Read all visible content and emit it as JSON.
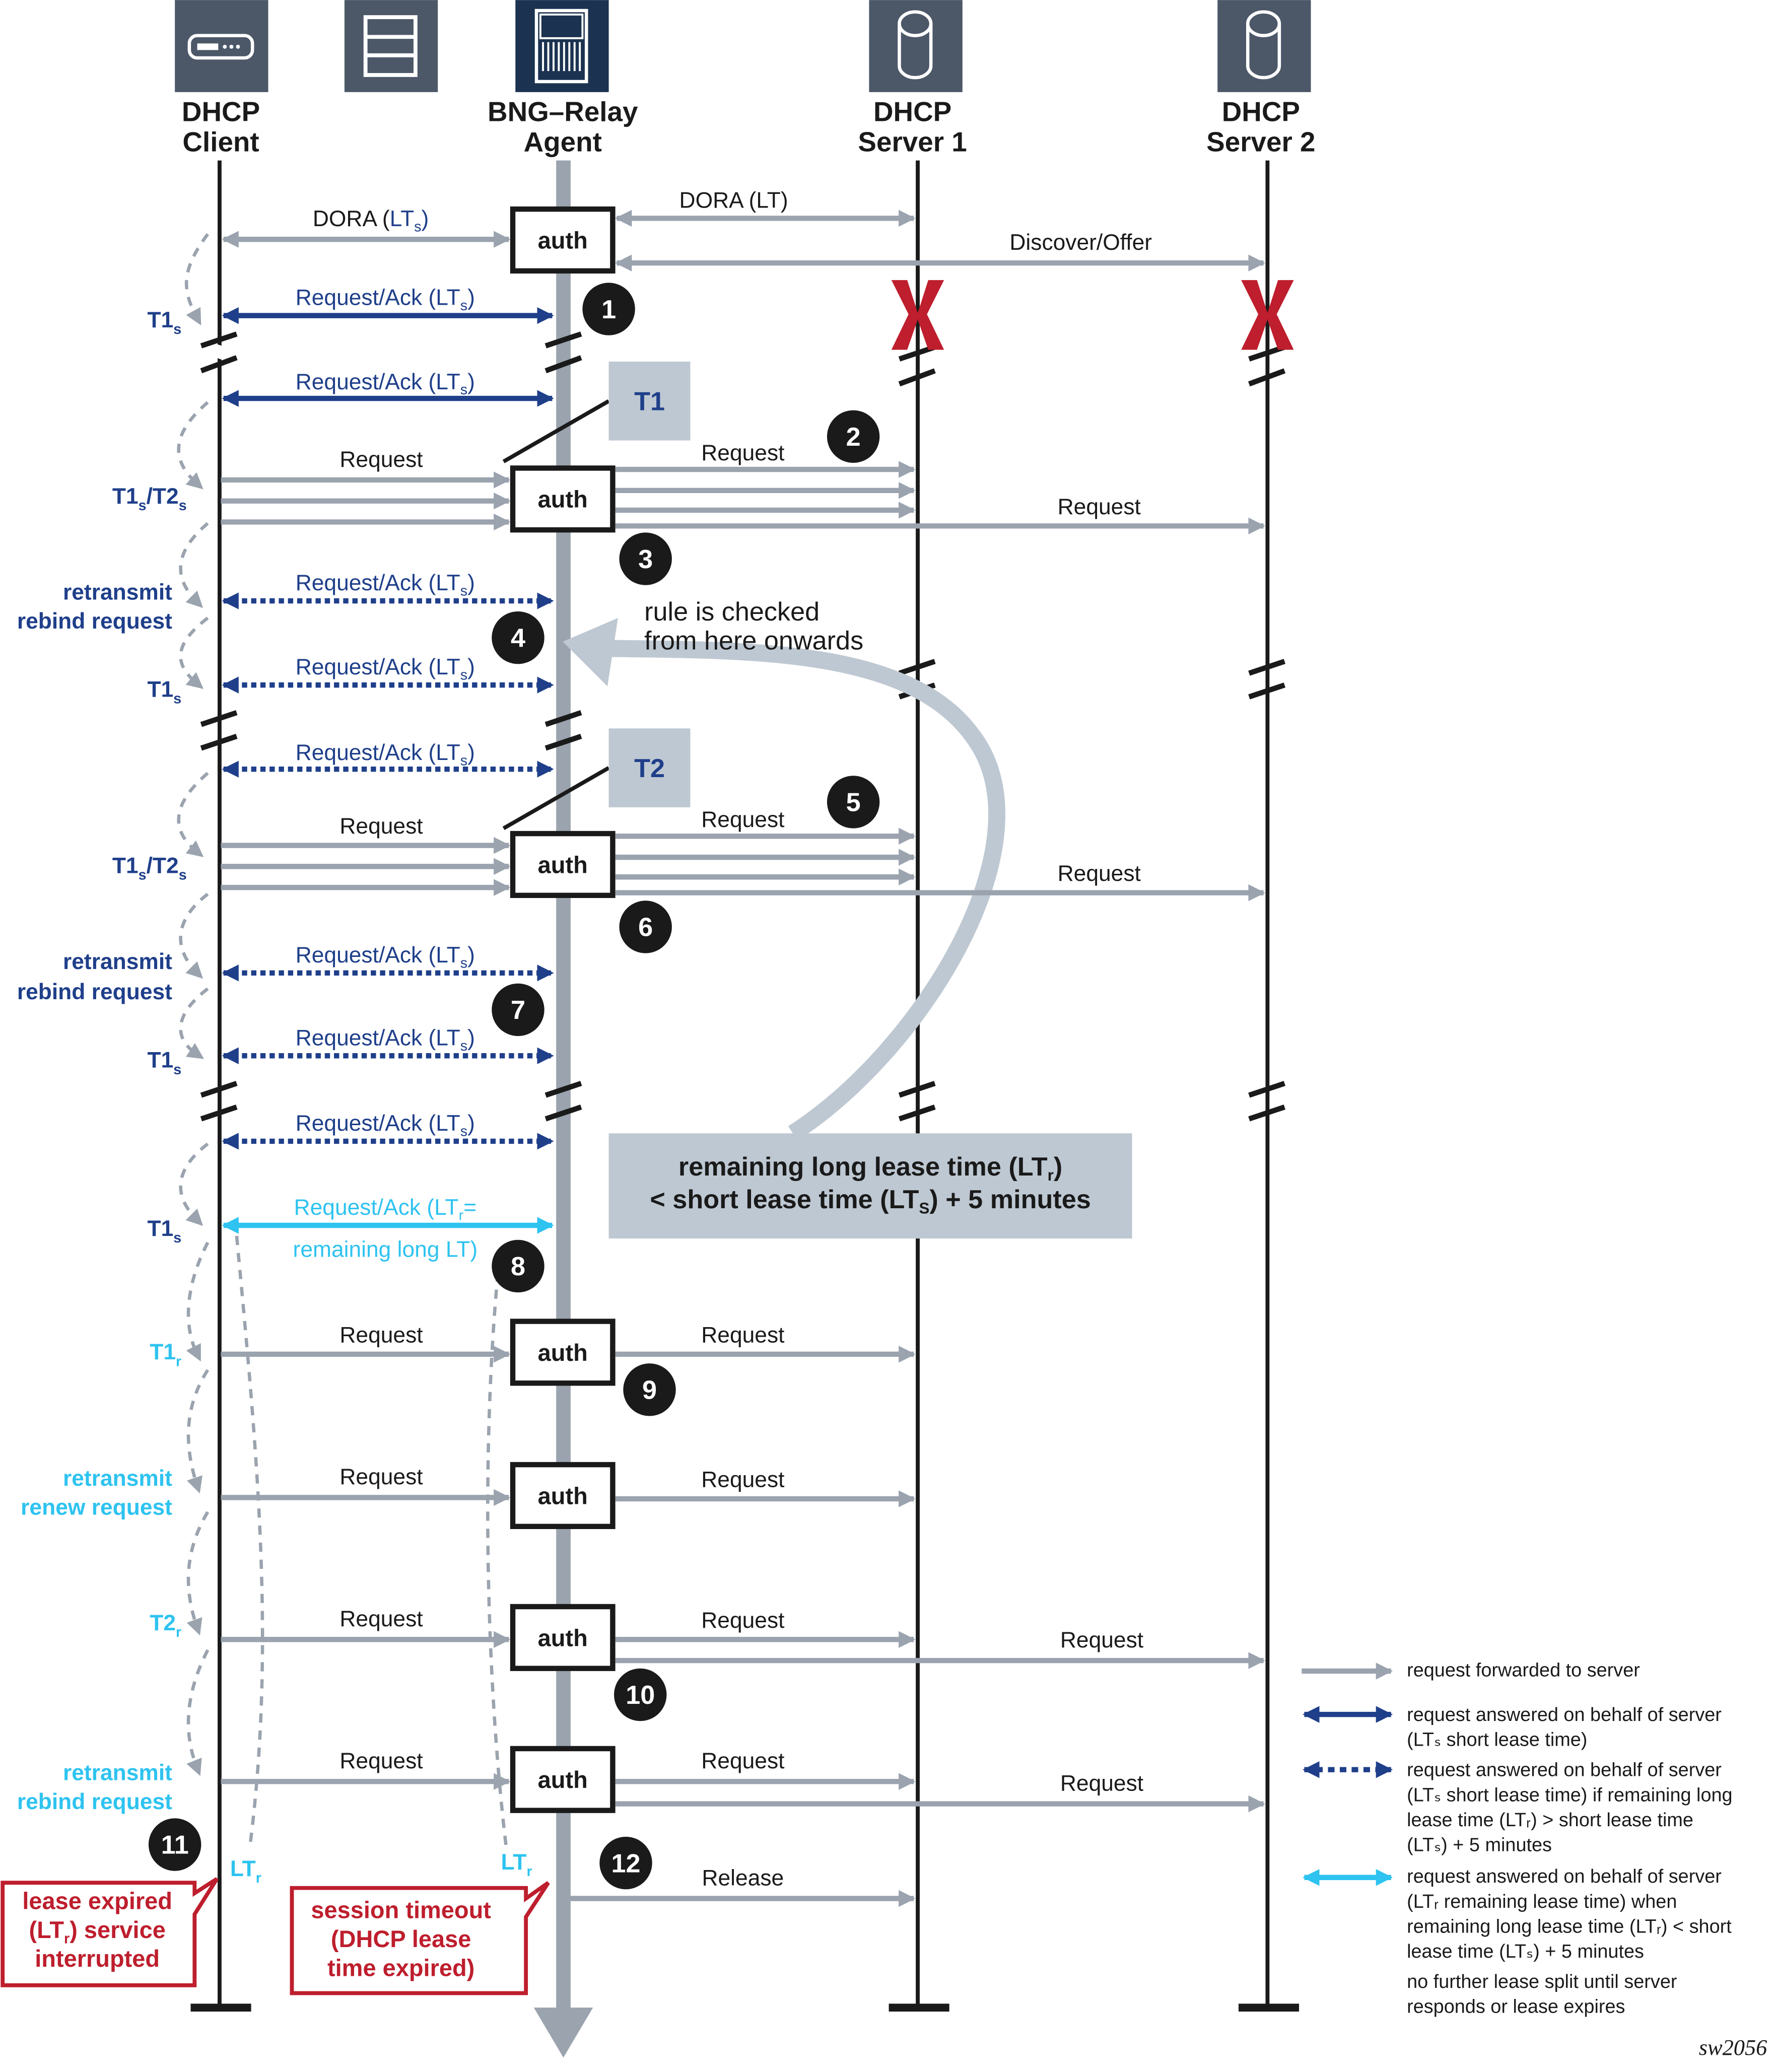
{
  "colors": {
    "forward": "#9aa3ae",
    "short_lease": "#1f3f8a",
    "remaining_lease": "#2ec3f0",
    "lifeline": "#1a1a1a",
    "icon_bg": "#4c5868",
    "bng_icon_bg": "#1b3350",
    "callout_bg": "#bec8d2",
    "alert_red": "#be1e2d"
  },
  "entities": [
    {
      "id": "client",
      "line1": "DHCP",
      "line2": "Client",
      "icon": "modem-icon"
    },
    {
      "id": "switch",
      "line1": "",
      "line2": "",
      "icon": "rack-icon"
    },
    {
      "id": "bng",
      "line1": "BNG–Relay",
      "line2": "Agent",
      "icon": "bng-router-icon"
    },
    {
      "id": "server1",
      "line1": "DHCP",
      "line2": "Server 1",
      "icon": "database-icon"
    },
    {
      "id": "server2",
      "line1": "DHCP",
      "line2": "Server 2",
      "icon": "database-icon"
    }
  ],
  "messages": {
    "dora_client": {
      "text": "DORA (",
      "sub_main": "LT",
      "sub": "s",
      "close": ")"
    },
    "dora_server": "DORA (LT)",
    "discover_offer": "Discover/Offer",
    "req_ack_s": {
      "main": "Request/Ack (LT",
      "sub": "s",
      "close": ")"
    },
    "request": "Request",
    "req_ack_r_line1": {
      "main": "Request/Ack (LT",
      "sub": "r",
      "close": "="
    },
    "req_ack_r_line2": "remaining long LT)",
    "release": "Release",
    "auth": "auth"
  },
  "timers": {
    "t1s": {
      "main": "T1",
      "sub": "s"
    },
    "t1s_t2s": {
      "a": "T1",
      "a_sub": "s",
      "b": "/T2",
      "b_sub": "s"
    },
    "retransmit": "retransmit",
    "rebind_request": "rebind request",
    "renew_request": "renew request",
    "t1r": {
      "main": "T1",
      "sub": "r"
    },
    "t2r": {
      "main": "T2",
      "sub": "r"
    },
    "ltr": {
      "main": "LT",
      "sub": "r"
    }
  },
  "timer_boxes": {
    "t1": "T1",
    "t2": "T2"
  },
  "steps": [
    "1",
    "2",
    "3",
    "4",
    "5",
    "6",
    "7",
    "8",
    "9",
    "10",
    "11",
    "12"
  ],
  "notes": {
    "rule_line1": "rule is checked",
    "rule_line2": "from here onwards",
    "callout_line1": {
      "main": "remaining long lease time (",
      "sub_main": "LT",
      "sub": "r",
      "close": ")"
    },
    "callout_line2": {
      "main": "< short lease time (",
      "sub_main": "LT",
      "sub": "S",
      "close": ") + 5 minutes"
    }
  },
  "alerts": {
    "lease_expired": [
      "lease expired",
      {
        "open": "(",
        "main": "LT",
        "sub": "r",
        "close": ") service"
      },
      "interrupted"
    ],
    "session_timeout": [
      "session timeout",
      "(DHCP lease",
      "time expired)"
    ]
  },
  "legend": {
    "forwarded": "request forwarded to server",
    "short_solid": [
      "request answered on behalf of server",
      "(LTₛ short lease time)"
    ],
    "short_dotted": [
      "request answered on behalf of server",
      "(LTₛ short lease time) if remaining long",
      "lease time (LTᵣ) > short lease time",
      "(LTₛ) + 5 minutes"
    ],
    "remaining": [
      "request answered on behalf of server",
      "(LTᵣ remaining lease time) when",
      "remaining long lease time (LTᵣ) < short",
      "lease time (LTₛ) + 5 minutes"
    ],
    "no_split": [
      "no further lease split until server",
      "responds or lease expires"
    ]
  },
  "figure_id": "sw2056"
}
